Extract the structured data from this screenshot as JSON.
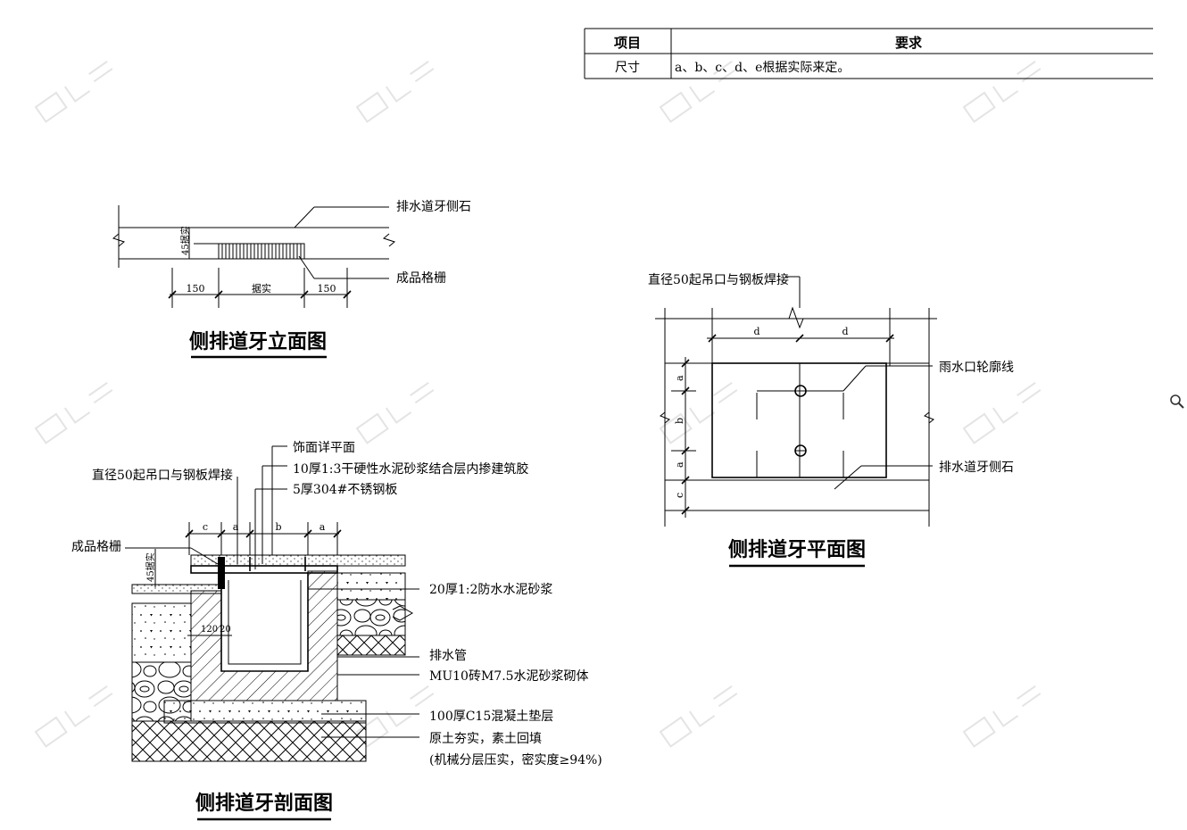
{
  "table": {
    "header_item": "项目",
    "header_req": "要求",
    "row_item": "尺寸",
    "row_req": "a、b、c、d、e根据实际来定。"
  },
  "elevation": {
    "title": "侧排道牙立面图",
    "label_curb": "排水道牙侧石",
    "label_grate": "成品格栅",
    "dim_left": "150",
    "dim_mid": "据实",
    "dim_right": "150",
    "dim_height": "45据实"
  },
  "plan": {
    "title": "侧排道牙平面图",
    "label_lift": "直径50起吊口与钢板焊接",
    "label_outline": "雨水口轮廓线",
    "label_curb": "排水道牙侧石",
    "dim_d1": "d",
    "dim_d2": "d",
    "dim_a1": "a",
    "dim_b": "b",
    "dim_a2": "a",
    "dim_c": "c"
  },
  "section": {
    "title": "侧排道牙剖面图",
    "label_finish": "饰面详平面",
    "label_mortar_bed": "10厚1:3干硬性水泥砂浆结合层内掺建筑胶",
    "label_steel": "5厚304#不锈钢板",
    "label_lift": "直径50起吊口与钢板焊接",
    "label_grate": "成品格栅",
    "label_waterproof": "20厚1:2防水水泥砂浆",
    "label_pipe": "排水管",
    "label_brick": "MU10砖M7.5水泥砂浆砌体",
    "label_concrete": "100厚C15混凝土垫层",
    "label_soil": "原土夯实，素土回填",
    "label_soil2": "(机械分层压实，密实度≥94%)",
    "dim_c": "c",
    "dim_a1": "a",
    "dim_b": "b",
    "dim_a2": "a",
    "dim_120": "120",
    "dim_20": "20",
    "dim_45": "45据实"
  },
  "icons": {
    "search": "search-icon"
  }
}
